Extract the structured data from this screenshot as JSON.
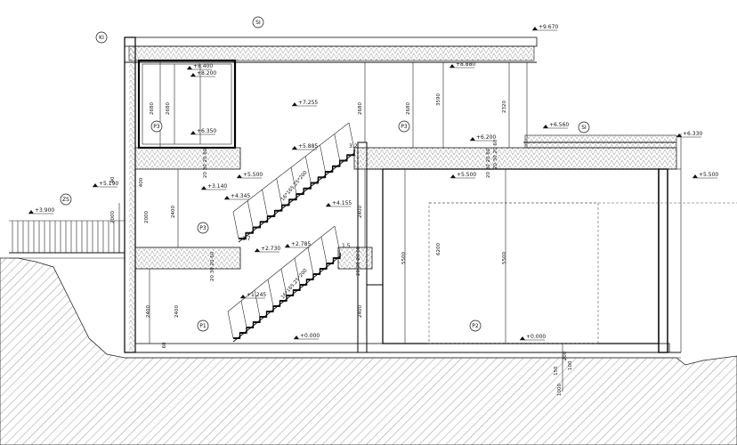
{
  "section": {
    "levels": [
      "+9.670",
      "+8.880",
      "+8.400",
      "+8.200",
      "+7.255",
      "+6.560",
      "+6.350",
      "+6.330",
      "+6.200",
      "+5.885",
      "+5.500",
      "+5.500",
      "+5.500",
      "+5.190",
      "+4.345",
      "+4.155",
      "+3.900",
      "+3.140",
      "+2.785",
      "+2.730",
      "+1.245",
      "+0.000",
      "+0.000"
    ],
    "tags": [
      "SI",
      "SI",
      "KI",
      "ZS",
      "P3",
      "P3",
      "P3",
      "P1",
      "P2"
    ],
    "dims_vertical": [
      "2680",
      "2680",
      "2680",
      "2680",
      "3590",
      "2320",
      "2000",
      "2000",
      "2400",
      "2400",
      "2400",
      "2400",
      "2400",
      "5500",
      "6200",
      "5500",
      "400",
      "90",
      "60",
      "200",
      "1000"
    ],
    "dims_horizontal": [
      "3.2",
      "1.7",
      "1.5"
    ],
    "stairs": [
      "16*165.25*200",
      "16*165.25*200"
    ],
    "slab_codes": [
      "20 30 20 60",
      "20 30 20 60",
      "20 30 20 60",
      "20 30 20 60",
      "20 20 20 60",
      "150",
      "100"
    ]
  }
}
